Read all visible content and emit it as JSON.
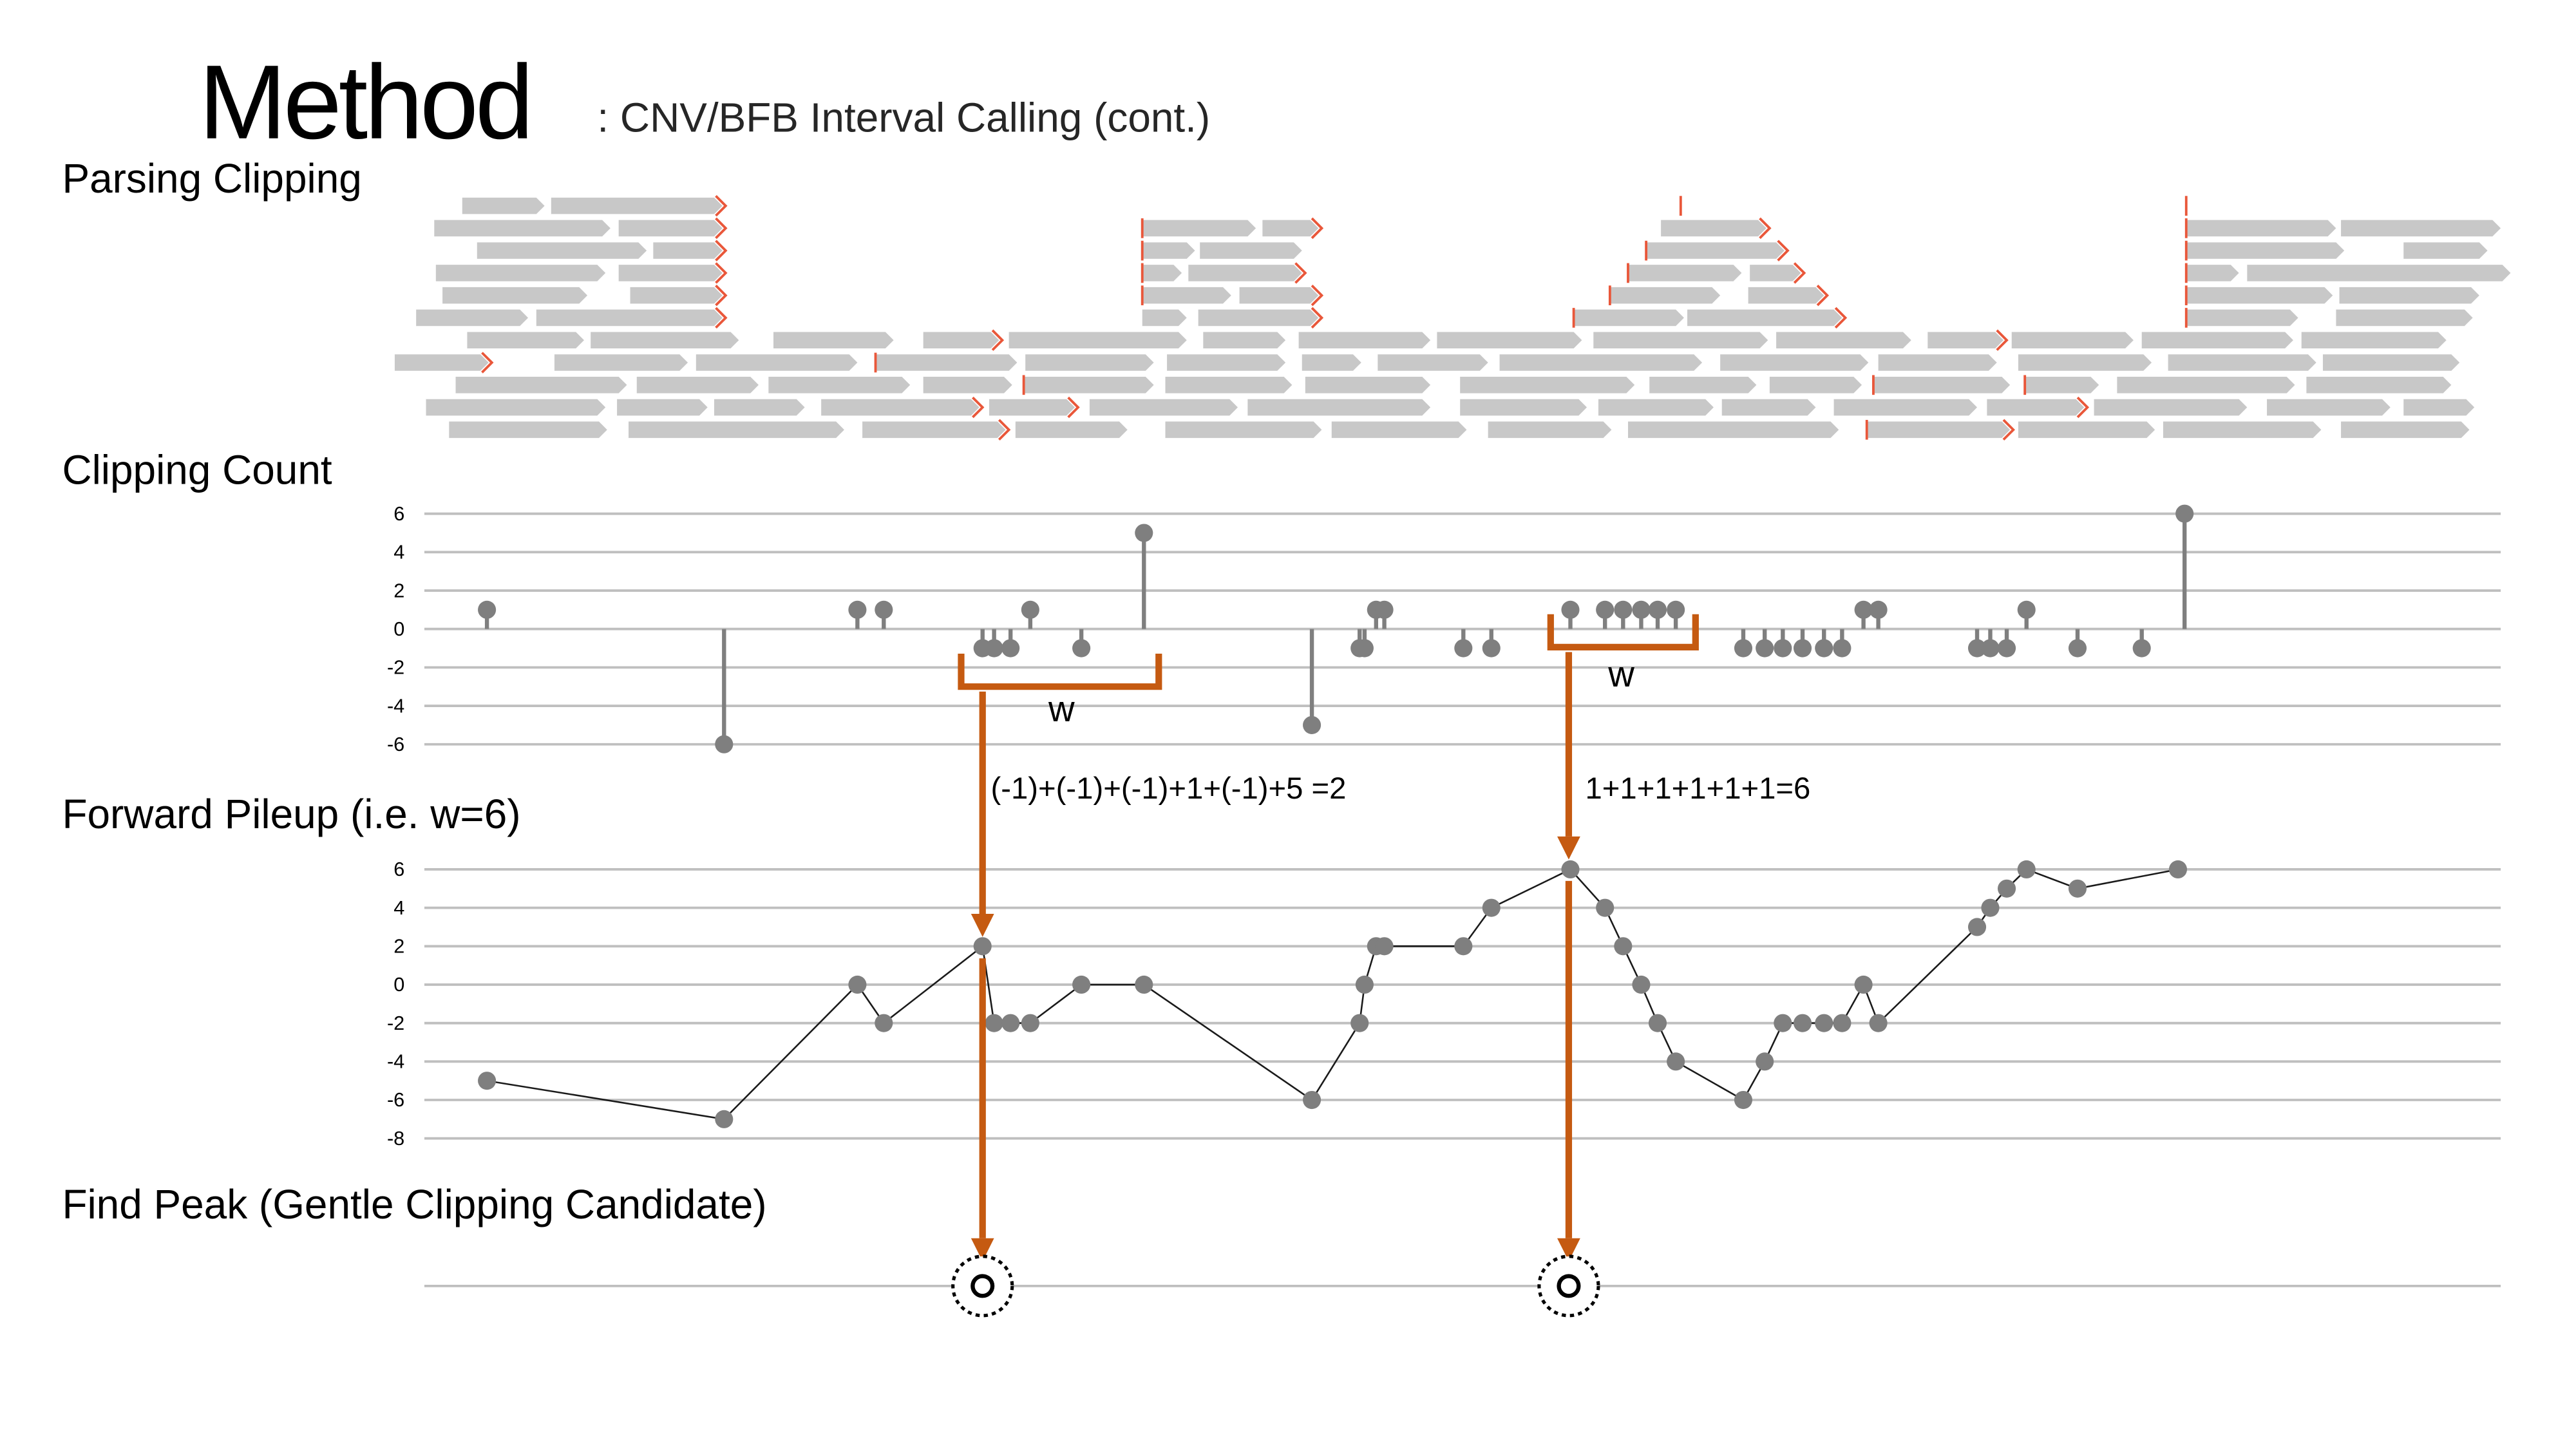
{
  "header": {
    "title": "Method",
    "subtitle": ": CNV/BFB Interval Calling (cont.)"
  },
  "sections": {
    "parsing": "Parsing Clipping",
    "count": "Clipping Count",
    "pileup": "Forward Pileup (i.e. w=6)",
    "peak": "Find Peak (Gentle Clipping Candidate)"
  },
  "annotations": {
    "window_label": "w",
    "left_sum": "(-1)+(-1)+(-1)+1+(-1)+5 =2",
    "right_sum": "1+1+1+1+1+1=6"
  },
  "colors": {
    "read": "#c8c8c8",
    "clip": "#e9573a",
    "point": "#7f7f7f",
    "grid": "#bfbfbf",
    "arrow": "#c55a11",
    "line": "#1a1a1a"
  },
  "chart_data": [
    {
      "type": "lollipop",
      "yticks": [
        6,
        4,
        2,
        0,
        -2,
        -4,
        -6
      ],
      "x": [
        295,
        439,
        520,
        536,
        596,
        603,
        613,
        625,
        656,
        694,
        796,
        825,
        828,
        835,
        840,
        888,
        905,
        953,
        974,
        985,
        996,
        1006,
        1017,
        1058,
        1071,
        1082,
        1094,
        1107,
        1118,
        1131,
        1140,
        1200,
        1208,
        1218,
        1230,
        1261,
        1300,
        1326
      ],
      "values": [
        1,
        -6,
        1,
        1,
        -1,
        -1,
        -1,
        1,
        -1,
        5,
        -5,
        -1,
        -1,
        1,
        1,
        -1,
        -1,
        1,
        1,
        1,
        1,
        1,
        1,
        -1,
        -1,
        -1,
        -1,
        -1,
        -1,
        1,
        1,
        -1,
        -1,
        -1,
        1,
        -1,
        -1,
        6
      ]
    },
    {
      "type": "line",
      "yticks": [
        6,
        4,
        2,
        0,
        -2,
        -4,
        -6,
        -8
      ],
      "x": [
        295,
        439,
        520,
        536,
        596,
        603,
        613,
        625,
        656,
        694,
        796,
        825,
        828,
        835,
        840,
        888,
        905,
        953,
        974,
        985,
        996,
        1006,
        1017,
        1058,
        1071,
        1082,
        1094,
        1107,
        1118,
        1131,
        1140,
        1200,
        1208,
        1218,
        1230,
        1261,
        1322
      ],
      "values": [
        -5,
        -7,
        0,
        -2,
        2,
        -2,
        -2,
        -2,
        0,
        0,
        -6,
        -2,
        0,
        2,
        2,
        2,
        4,
        6,
        4,
        2,
        0,
        -2,
        -4,
        -6,
        -4,
        -2,
        -2,
        -2,
        -2,
        0,
        -2,
        3,
        4,
        5,
        6,
        5,
        6
      ]
    }
  ]
}
